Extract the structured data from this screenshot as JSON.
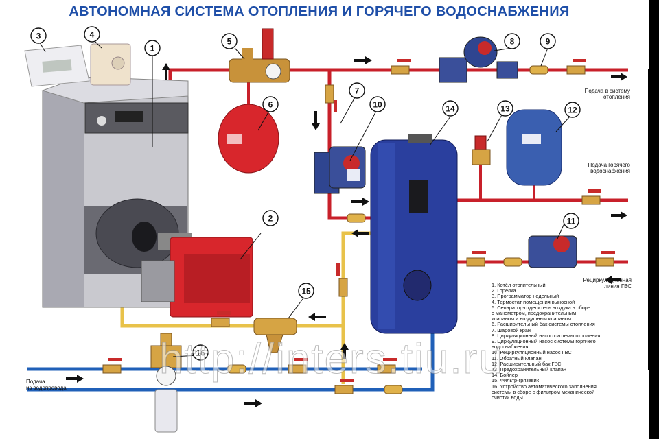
{
  "title": "АВТОНОМНАЯ СИСТЕМА ОТОПЛЕНИЯ И ГОРЯЧЕГО ВОДОСНАБЖЕНИЯ",
  "callouts": [
    "1",
    "2",
    "3",
    "4",
    "5",
    "6",
    "7",
    "8",
    "9",
    "10",
    "11",
    "12",
    "13",
    "14",
    "15",
    "16"
  ],
  "labels": {
    "heating_supply": "Подача в систему\nотопления",
    "hot_water_supply": "Подача горячего\nводоснабжения",
    "dhw_recirculation": "Рециркуляционная\nлиния ГВС",
    "water_supply": "Подача\nиз водопровода"
  },
  "legend": [
    "1. Котёл отопительный",
    "2. Горелка",
    "3. Программатор недельный",
    "4. Термостат помещения выносной",
    "5. Сепаратор-отделитель воздуха в сборе\n    с манометром, предохранительным\n    клапаном и воздушным клапаном",
    "6. Расширительный бак системы отопления",
    "7. Шаровой кран",
    "8. Циркуляционный насос системы отопления",
    "9. Циркуляционный насос системы горячего\n    водоснабжения",
    "10. Рециркуляционный насос ГВС",
    "11. Обратный клапан",
    "12. Расширительный бак ГВС",
    "13. Предохранительный клапан",
    "14. Бойлер",
    "15. Фильтр-грязевик",
    "16. Устройство автоматического заполнения\n     системы в сборе с фильтром механической\n     очистки воды"
  ],
  "watermark": "http://inters.tiu.ru",
  "colors": {
    "supply_pipe": "#c8202a",
    "return_pipe": "#e8c24a",
    "cold_pipe": "#2060b8",
    "boiler_tank": "#2a3f9e",
    "expansion_heating": "#d8262c",
    "expansion_dhw": "#3a5fb0",
    "background": "#ffffff"
  }
}
